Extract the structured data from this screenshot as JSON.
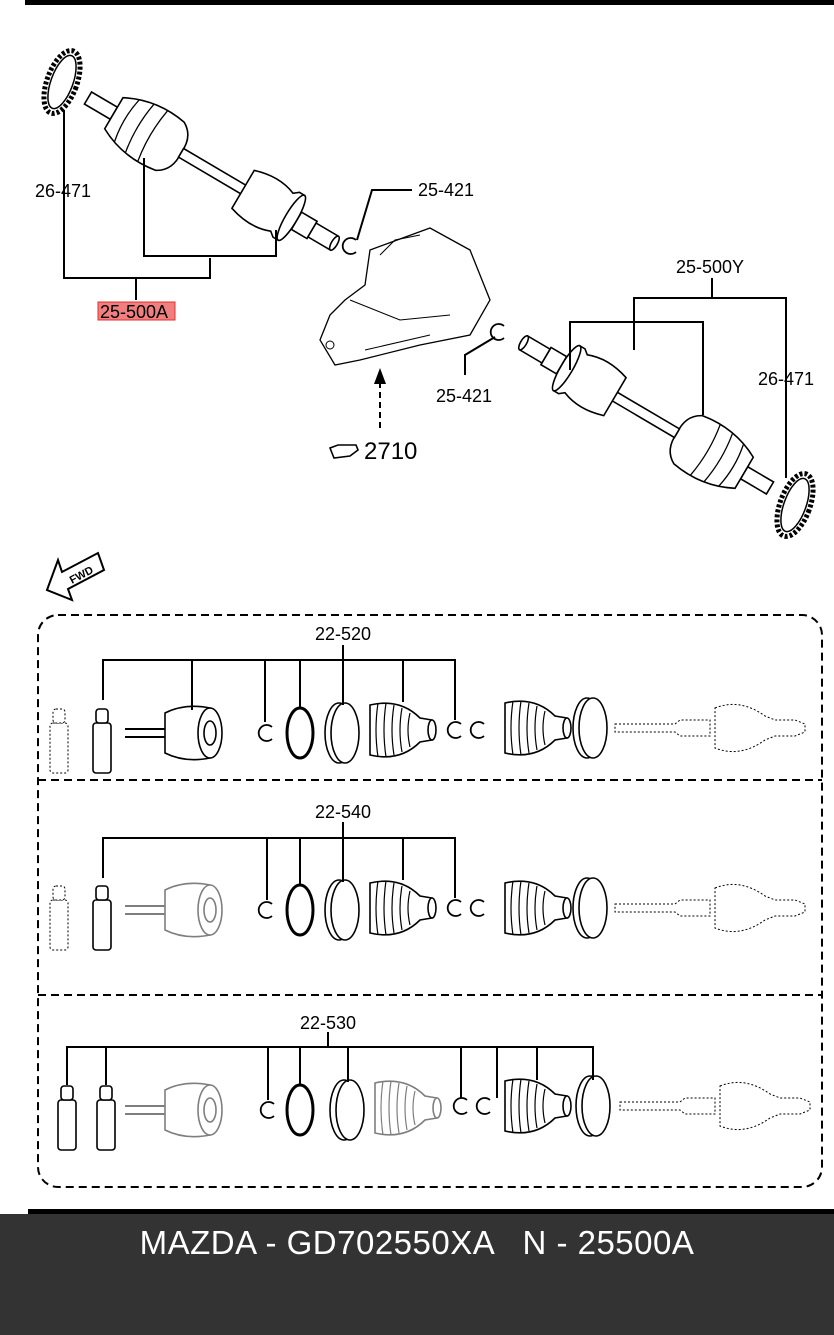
{
  "diagram": {
    "labels": {
      "ring_left": "26-471",
      "shaft_left": "25-500A",
      "clip_top": "25-421",
      "shaft_right": "25-500Y",
      "ring_right": "26-471",
      "clip_mid": "25-421",
      "diff_ref": "2710",
      "fwd": "FWD",
      "kit_1": "22-520",
      "kit_2": "22-540",
      "kit_3": "22-530"
    },
    "highlight_color": "#f08080"
  },
  "footer": {
    "text": "MAZDA - GD702550XA   N - 25500A"
  }
}
